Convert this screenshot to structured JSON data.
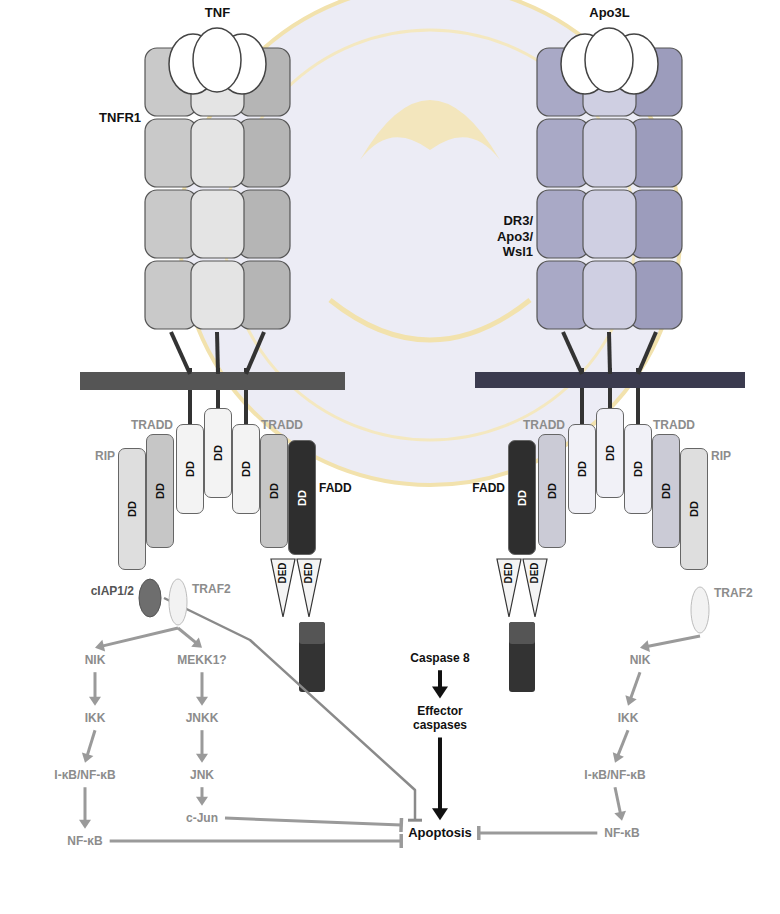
{
  "diagram": {
    "nodes": [
      {
        "text": [
          "TNF"
        ]
      },
      {
        "text": [
          "Apo3L"
        ]
      },
      {
        "text": [
          "TNFR1"
        ]
      },
      {
        "text": [
          "DR3/ Apo3/ Wsl1"
        ]
      },
      {
        "text": [
          "RIP",
          "DD"
        ]
      },
      {
        "text": [
          "TRADD",
          "DD"
        ]
      },
      {
        "text": [
          "DD"
        ]
      },
      {
        "text": [
          "DD"
        ]
      },
      {
        "text": [
          "DD"
        ]
      },
      {
        "text": [
          "TRADD",
          "DD"
        ]
      },
      {
        "text": [
          "FADD",
          "DD"
        ]
      },
      {
        "text": [
          "FADD",
          "DD"
        ]
      },
      {
        "text": [
          "TRADD",
          "DD"
        ]
      },
      {
        "text": [
          "DD"
        ]
      },
      {
        "text": [
          "DD"
        ]
      },
      {
        "text": [
          "DD"
        ]
      },
      {
        "text": [
          "TRADD",
          "DD"
        ]
      },
      {
        "text": [
          "RIP",
          "DD"
        ]
      },
      {
        "text": [
          "DED"
        ]
      },
      {
        "text": [
          "DED"
        ]
      },
      {
        "text": [
          "DED"
        ]
      },
      {
        "text": [
          "DED"
        ]
      },
      {
        "text": [
          "cIAP1/2"
        ]
      },
      {
        "text": [
          "TRAF2"
        ]
      },
      {
        "text": [
          "TRAF2"
        ]
      },
      {
        "text": [
          "NIK"
        ]
      },
      {
        "text": [
          "MEKK1?"
        ]
      },
      {
        "text": [
          "Caspase 8"
        ]
      },
      {
        "text": [
          "NIK"
        ]
      },
      {
        "text": [
          "IKK"
        ]
      },
      {
        "text": [
          "JNKK"
        ]
      },
      {
        "text": [
          "Effector caspases"
        ]
      },
      {
        "text": [
          "IKK"
        ]
      },
      {
        "text": [
          "I-κB/NF-κB"
        ]
      },
      {
        "text": [
          "JNK"
        ]
      },
      {
        "text": [
          "I-κB/NF-κB"
        ]
      },
      {
        "text": [
          "c-Jun"
        ]
      },
      {
        "text": [
          "NF-κB"
        ]
      },
      {
        "text": [
          "Apoptosis"
        ]
      },
      {
        "text": [
          "NF-κB"
        ]
      }
    ],
    "edges": [
      {
        "from": 23,
        "to": 25,
        "arrow": "to"
      },
      {
        "from": 23,
        "to": 26,
        "arrow": "to"
      },
      {
        "from": 25,
        "to": 29,
        "arrow": "to"
      },
      {
        "from": 29,
        "to": 33,
        "arrow": "to"
      },
      {
        "from": 33,
        "to": 37,
        "arrow": "to"
      },
      {
        "from": 26,
        "to": 30,
        "arrow": "to"
      },
      {
        "from": 30,
        "to": 34,
        "arrow": "to"
      },
      {
        "from": 34,
        "to": 36,
        "arrow": "to"
      },
      {
        "from": 36,
        "to": 38,
        "arrow": "to"
      },
      {
        "from": 37,
        "to": 38,
        "arrow": "to"
      },
      {
        "from": 22,
        "to": 38,
        "arrow": "to"
      },
      {
        "from": 27,
        "to": 31,
        "arrow": "to"
      },
      {
        "from": 31,
        "to": 38,
        "arrow": "to"
      },
      {
        "from": 24,
        "to": 28,
        "arrow": "to"
      },
      {
        "from": 28,
        "to": 32,
        "arrow": "to"
      },
      {
        "from": 32,
        "to": 35,
        "arrow": "to"
      },
      {
        "from": 35,
        "to": 39,
        "arrow": "to"
      },
      {
        "from": 39,
        "to": 38,
        "arrow": "to"
      }
    ]
  }
}
